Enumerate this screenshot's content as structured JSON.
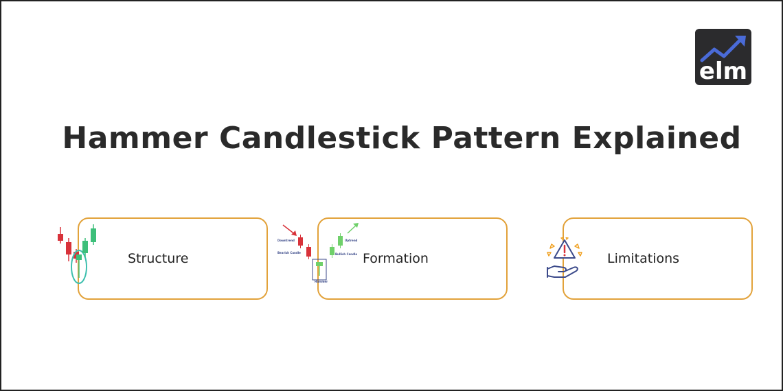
{
  "logo": {
    "text": "elm",
    "icon": "trend-arrow-icon"
  },
  "title": "Hammer Candlestick Pattern Explained",
  "cards": [
    {
      "label": "Structure",
      "icon": "hammer-candlestick-chart-icon"
    },
    {
      "label": "Formation",
      "icon": "formation-diagram-icon",
      "diagram_labels": {
        "downtrend": "Downtrend",
        "bearish_candle": "Bearish Candle",
        "hammer": "Hammer",
        "uptrend": "Uptrend",
        "bullish_candle": "Bullish Candle"
      }
    },
    {
      "label": "Limitations",
      "icon": "warning-hand-icon"
    }
  ],
  "colors": {
    "accent_border": "#e2a23a",
    "bearish": "#d8323a",
    "bullish": "#3dbf7a",
    "bullish_light": "#6fd06a",
    "logo_bg": "#2b2b2d",
    "logo_arrow": "#4a6bd8"
  }
}
